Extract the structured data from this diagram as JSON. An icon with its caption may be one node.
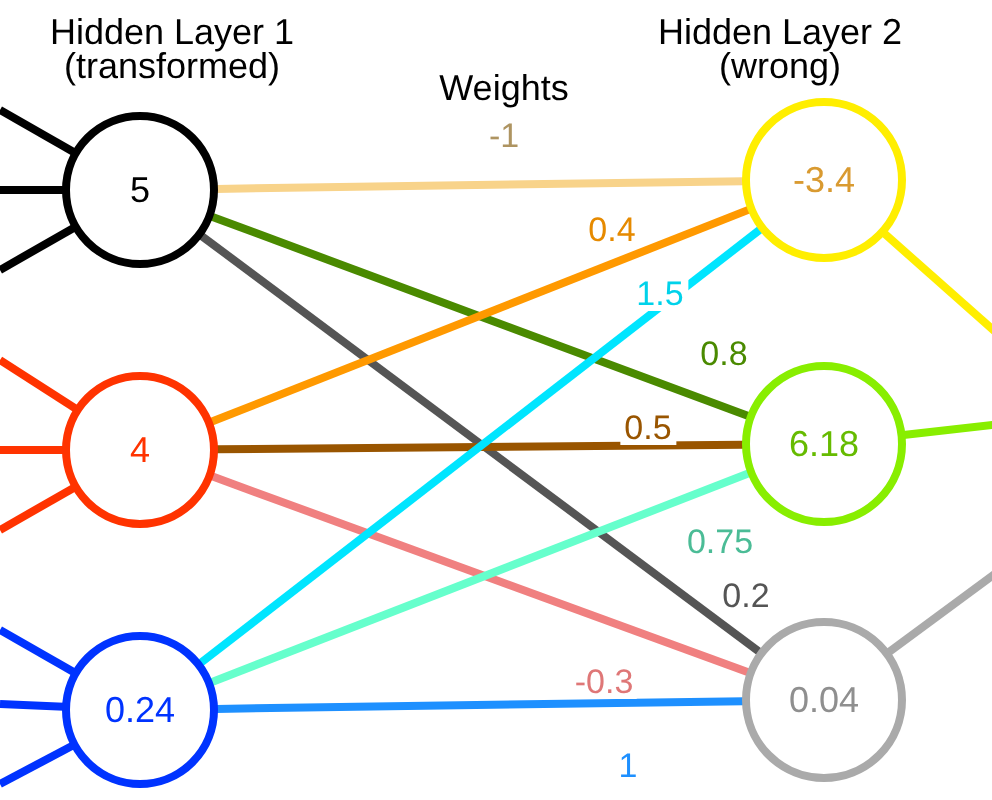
{
  "diagram": {
    "nodes": [
      {
        "text": [
          "5"
        ]
      },
      {
        "text": [
          "4"
        ]
      },
      {
        "text": [
          "0.24"
        ]
      },
      {
        "text": [
          "-3.4"
        ]
      },
      {
        "text": [
          "6.18"
        ]
      },
      {
        "text": [
          "0.04"
        ]
      }
    ],
    "edges": [
      {
        "from": null,
        "to": 0,
        "arrow": "none",
        "color": "#000000"
      },
      {
        "from": null,
        "to": 0,
        "arrow": "none",
        "color": "#000000"
      },
      {
        "from": null,
        "to": 0,
        "arrow": "none",
        "color": "#000000"
      },
      {
        "from": null,
        "to": 1,
        "arrow": "none",
        "color": "#ff3300"
      },
      {
        "from": null,
        "to": 1,
        "arrow": "none",
        "color": "#ff3300"
      },
      {
        "from": null,
        "to": 1,
        "arrow": "none",
        "color": "#ff3300"
      },
      {
        "from": null,
        "to": 2,
        "arrow": "none",
        "color": "#0033ff"
      },
      {
        "from": null,
        "to": 2,
        "arrow": "none",
        "color": "#0033ff"
      },
      {
        "from": null,
        "to": 2,
        "arrow": "none",
        "color": "#0033ff"
      },
      {
        "from": 0,
        "to": 3,
        "arrow": "none",
        "label": "-1",
        "color": "#f8d38a"
      },
      {
        "from": 0,
        "to": 4,
        "arrow": "none",
        "label": "0.8",
        "color": "#4a8a00"
      },
      {
        "from": 0,
        "to": 5,
        "arrow": "none",
        "label": "0.2",
        "color": "#555555"
      },
      {
        "from": 1,
        "to": 3,
        "arrow": "none",
        "label": "0.4",
        "color": "#ff9900"
      },
      {
        "from": 1,
        "to": 4,
        "arrow": "none",
        "label": "0.5",
        "color": "#995500"
      },
      {
        "from": 1,
        "to": 5,
        "arrow": "none",
        "label": "-0.3",
        "color": "#f08080"
      },
      {
        "from": 2,
        "to": 3,
        "arrow": "none",
        "label": "1.5",
        "color": "#00e5ff"
      },
      {
        "from": 2,
        "to": 4,
        "arrow": "none",
        "label": "0.75",
        "color": "#66ffcc"
      },
      {
        "from": 2,
        "to": 5,
        "arrow": "none",
        "label": "1",
        "color": "#1e90ff"
      },
      {
        "from": 3,
        "to": null,
        "arrow": "none",
        "color": "#ffee00"
      },
      {
        "from": 4,
        "to": null,
        "arrow": "none",
        "color": "#88ee00"
      },
      {
        "from": 5,
        "to": null,
        "arrow": "none",
        "color": "#aaaaaa"
      }
    ],
    "labels": [
      "Hidden Layer 1 (transformed)",
      "Weights",
      "Hidden Layer 2 (wrong)"
    ]
  }
}
